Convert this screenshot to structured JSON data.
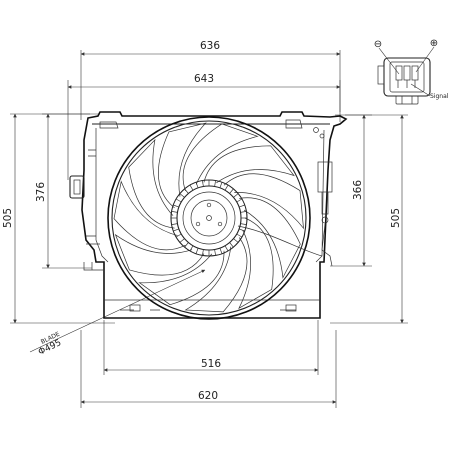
{
  "dimensions": {
    "top_outer_width": "636",
    "top_inner_width": "643",
    "left_outer_height": "505",
    "left_inner_height": "376",
    "right_inner_height": "366",
    "right_outer_height": "505",
    "bottom_inner_width": "516",
    "bottom_outer_width": "620",
    "blade_label": "BLADE",
    "blade_diameter": "Φ495"
  },
  "connector": {
    "minus_symbol": "⊖",
    "plus_symbol": "⊕",
    "signal_label": "Signal"
  }
}
